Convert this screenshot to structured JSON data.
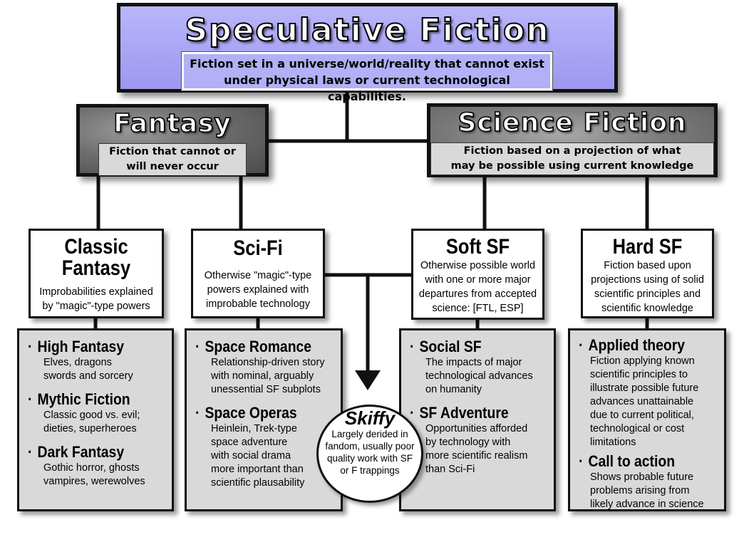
{
  "top": {
    "title": "Speculative Fiction",
    "desc_line1": "Fiction set in a universe/world/reality that cannot exist",
    "desc_line2": "under physical laws or current technological capabilities."
  },
  "fantasy": {
    "title": "Fantasy",
    "desc_line1": "Fiction that cannot or",
    "desc_line2": "will never occur"
  },
  "science_fiction": {
    "title": "Science Fiction",
    "desc_line1": "Fiction based on a projection of what",
    "desc_line2": "may be possible using current knowledge"
  },
  "subgenres": {
    "classic": {
      "title_line1": "Classic",
      "title_line2": "Fantasy",
      "desc_line1": "Improbabilities explained",
      "desc_line2": "by \"magic\"-type powers"
    },
    "scifi": {
      "title": "Sci-Fi",
      "desc_line1": "Otherwise \"magic\"-type",
      "desc_line2": "powers explained with",
      "desc_line3": "improbable technology"
    },
    "soft": {
      "title": "Soft SF",
      "desc_line1": "Otherwise possible world",
      "desc_line2": "with one or more major",
      "desc_line3": "departures from accepted",
      "desc_line4": "science: [FTL, ESP]"
    },
    "hard": {
      "title": "Hard SF",
      "desc_line1": "Fiction based upon",
      "desc_line2": "projections using of solid",
      "desc_line3": "scientific principles and",
      "desc_line4": "scientific knowledge"
    }
  },
  "details": {
    "classic": [
      {
        "heading": "High Fantasy",
        "line1": "Elves, dragons",
        "line2": "swords and sorcery"
      },
      {
        "heading": "Mythic Fiction",
        "line1": "Classic good vs. evil;",
        "line2": "dieties, superheroes"
      },
      {
        "heading": "Dark Fantasy",
        "line1": "Gothic horror, ghosts",
        "line2": "vampires, werewolves"
      }
    ],
    "scifi": [
      {
        "heading": "Space Romance",
        "line1": "Relationship-driven story",
        "line2": "with nominal, arguably",
        "line3": "unessential SF subplots"
      },
      {
        "heading": "Space Operas",
        "line1": "Heinlein, Trek-type",
        "line2": "space adventure",
        "line3": "with social drama",
        "line4": "more important than",
        "line5": "scientific plausability"
      }
    ],
    "soft": [
      {
        "heading": "Social SF",
        "line1": "The impacts of major",
        "line2": "technological advances",
        "line3": "on humanity"
      },
      {
        "heading": "SF Adventure",
        "line1": "Opportunities afforded",
        "line2": "by technology with",
        "line3": "more scientific realism",
        "line4": "than Sci-Fi"
      }
    ],
    "hard": [
      {
        "heading": "Applied theory",
        "line1": "Fiction applying known",
        "line2": "scientific principles to",
        "line3": "illustrate possible future",
        "line4": "advances unattainable",
        "line5": "due to current political,",
        "line6": "technological or cost",
        "line7": "limitations"
      },
      {
        "heading": "Call to action",
        "line1": "Shows probable future",
        "line2": "problems arising from",
        "line3": "likely advance in science"
      }
    ]
  },
  "skiffy": {
    "title": "Skiffy",
    "line1": "Largely derided in",
    "line2": "fandom, usually poor",
    "line3": "quality work with SF",
    "line4": "or F trappings"
  },
  "bullet": "·"
}
